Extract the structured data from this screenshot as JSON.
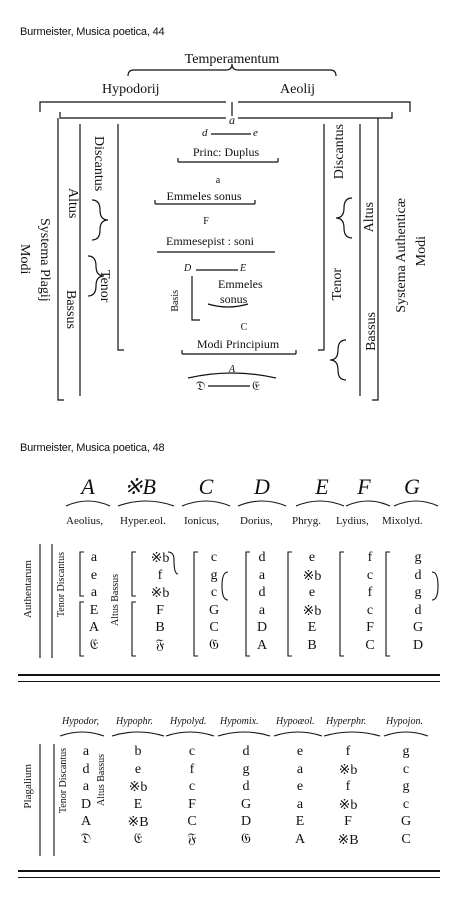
{
  "figure1": {
    "caption": "Burmeister, Musica poetica, 44",
    "temperamentum": "Temperamentum",
    "hypodorij": "Hypodorij",
    "aeolij": "Aeolij",
    "center": {
      "a_top": "a",
      "d": "d",
      "e": "e",
      "princ": "Princ: Duplus",
      "a_mid": "a",
      "emmeles_sonus": "Emmeles sonus",
      "F": "F",
      "emmelepist": "Emmesepist : soni",
      "D": "D",
      "E": "E",
      "basis": "Basis",
      "emmeles2": "Emmeles",
      "sonus2": "sonus",
      "C": "C",
      "modi_principium": "Modi Principium",
      "A": "A",
      "D_goth": "𝔇",
      "E_goth": "𝔈"
    },
    "left": {
      "discantus": "Discantus",
      "altus": "Altus",
      "tenor": "Tenor",
      "bassus": "Bassus",
      "systema": "Systema Plagij",
      "modi": "Modi"
    },
    "right": {
      "discantus": "Discantus",
      "altus": "Altus",
      "tenor": "Tenor",
      "bassus": "Bassus",
      "systema": "Systema Authenticæ",
      "modi": "Modi"
    }
  },
  "figure2": {
    "caption": "Burmeister, Musica poetica, 48",
    "finals": [
      "A",
      "※B",
      "C",
      "D",
      "E",
      "F",
      "G"
    ],
    "modes": [
      "Aeolius,",
      "Hyper.eol.",
      "Ionicus,",
      "Dorius,",
      "Phryg.",
      "Lydius,",
      "Mixolyd."
    ],
    "auth_label": "Authentarum",
    "auth_voice_discant": "Tenor Discantus",
    "auth_voice_bass": "Altus Bassus",
    "auth_columns": [
      [
        "a",
        "e",
        "a",
        "E",
        "A",
        "𝔈"
      ],
      [
        "※b",
        "f",
        "※b",
        "F",
        "B",
        "𝔉"
      ],
      [
        "c",
        "g",
        "c",
        "G",
        "C",
        "𝔊"
      ],
      [
        "d",
        "a",
        "d",
        "a",
        "D",
        "A"
      ],
      [
        "e",
        "※b",
        "e",
        "※b",
        "E",
        "B"
      ],
      [
        "f",
        "c",
        "f",
        "c",
        "F",
        "C"
      ],
      [
        "g",
        "d",
        "g",
        "d",
        "G",
        "D"
      ]
    ],
    "plagal_modes": [
      "Hypodor,",
      "Hypophr.",
      "Hypolyd.",
      "Hypomix.",
      "Hypoæol.",
      "Hyperphr.",
      "Hypojon."
    ],
    "plag_label": "Plagalium",
    "plag_voice_discant": "Tenor Discantus",
    "plag_voice_bass": "Altus Bassus",
    "plag_columns": [
      [
        "a",
        "d",
        "a",
        "D",
        "A",
        "𝔇"
      ],
      [
        "b",
        "e",
        "※b",
        "E",
        "※B",
        "𝔈"
      ],
      [
        "c",
        "f",
        "c",
        "F",
        "C",
        "𝔉"
      ],
      [
        "d",
        "g",
        "d",
        "G",
        "D",
        "𝔊"
      ],
      [
        "e",
        "a",
        "e",
        "a",
        "E",
        "A"
      ],
      [
        "f",
        "※b",
        "f",
        "※b",
        "F",
        "※B"
      ],
      [
        "g",
        "c",
        "g",
        "c",
        "G",
        "C"
      ]
    ]
  }
}
